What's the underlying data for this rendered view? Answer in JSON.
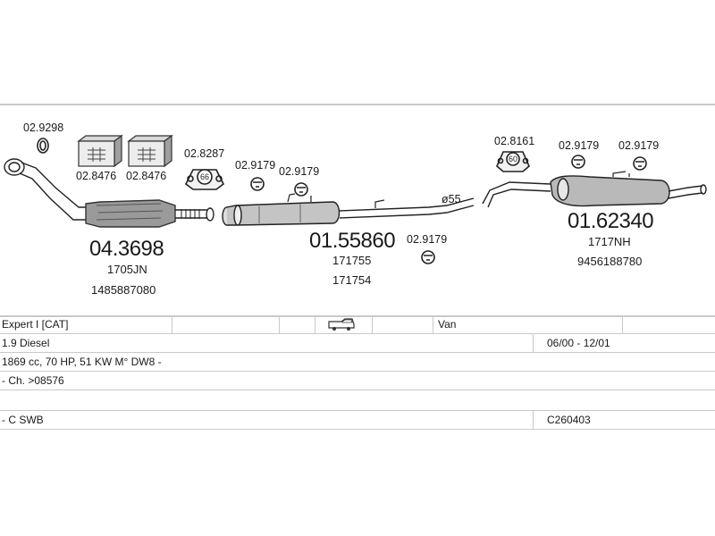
{
  "parts": {
    "gasket_top": "02.9298",
    "clamp_left_a": "02.8476",
    "clamp_left_b": "02.8476",
    "ring_left": "02.8287",
    "ring_left_size": "66",
    "mount_a": "02.9179",
    "mount_b": "02.9179",
    "ring_right": "02.8161",
    "ring_right_size": "60",
    "mount_c": "02.9179",
    "mount_d": "02.9179",
    "mount_e": "02.9179",
    "pipe_diameter": "ø55",
    "front": {
      "code": "04.3698",
      "ref1": "1705JN",
      "ref2": "1485887080"
    },
    "middle": {
      "code": "01.55860",
      "ref1": "171755",
      "ref2": "171754"
    },
    "rear": {
      "code": "01.62340",
      "ref1": "1717NH",
      "ref2": "9456188780"
    }
  },
  "spec": {
    "model": "Expert I [CAT]",
    "body_type": "Van",
    "engine": "1.9 Diesel",
    "years": "06/00 - 12/01",
    "engine_detail": "1869 cc, 70 HP, 51 KW M° DW8 -",
    "chassis": "- Ch. >08576",
    "variant": "- C SWB",
    "catalog_code": "C260403"
  },
  "icons": [
    "van-icon",
    "exhaust-mount-icon",
    "clamp-icon",
    "sealing-ring-icon",
    "gasket-icon"
  ]
}
